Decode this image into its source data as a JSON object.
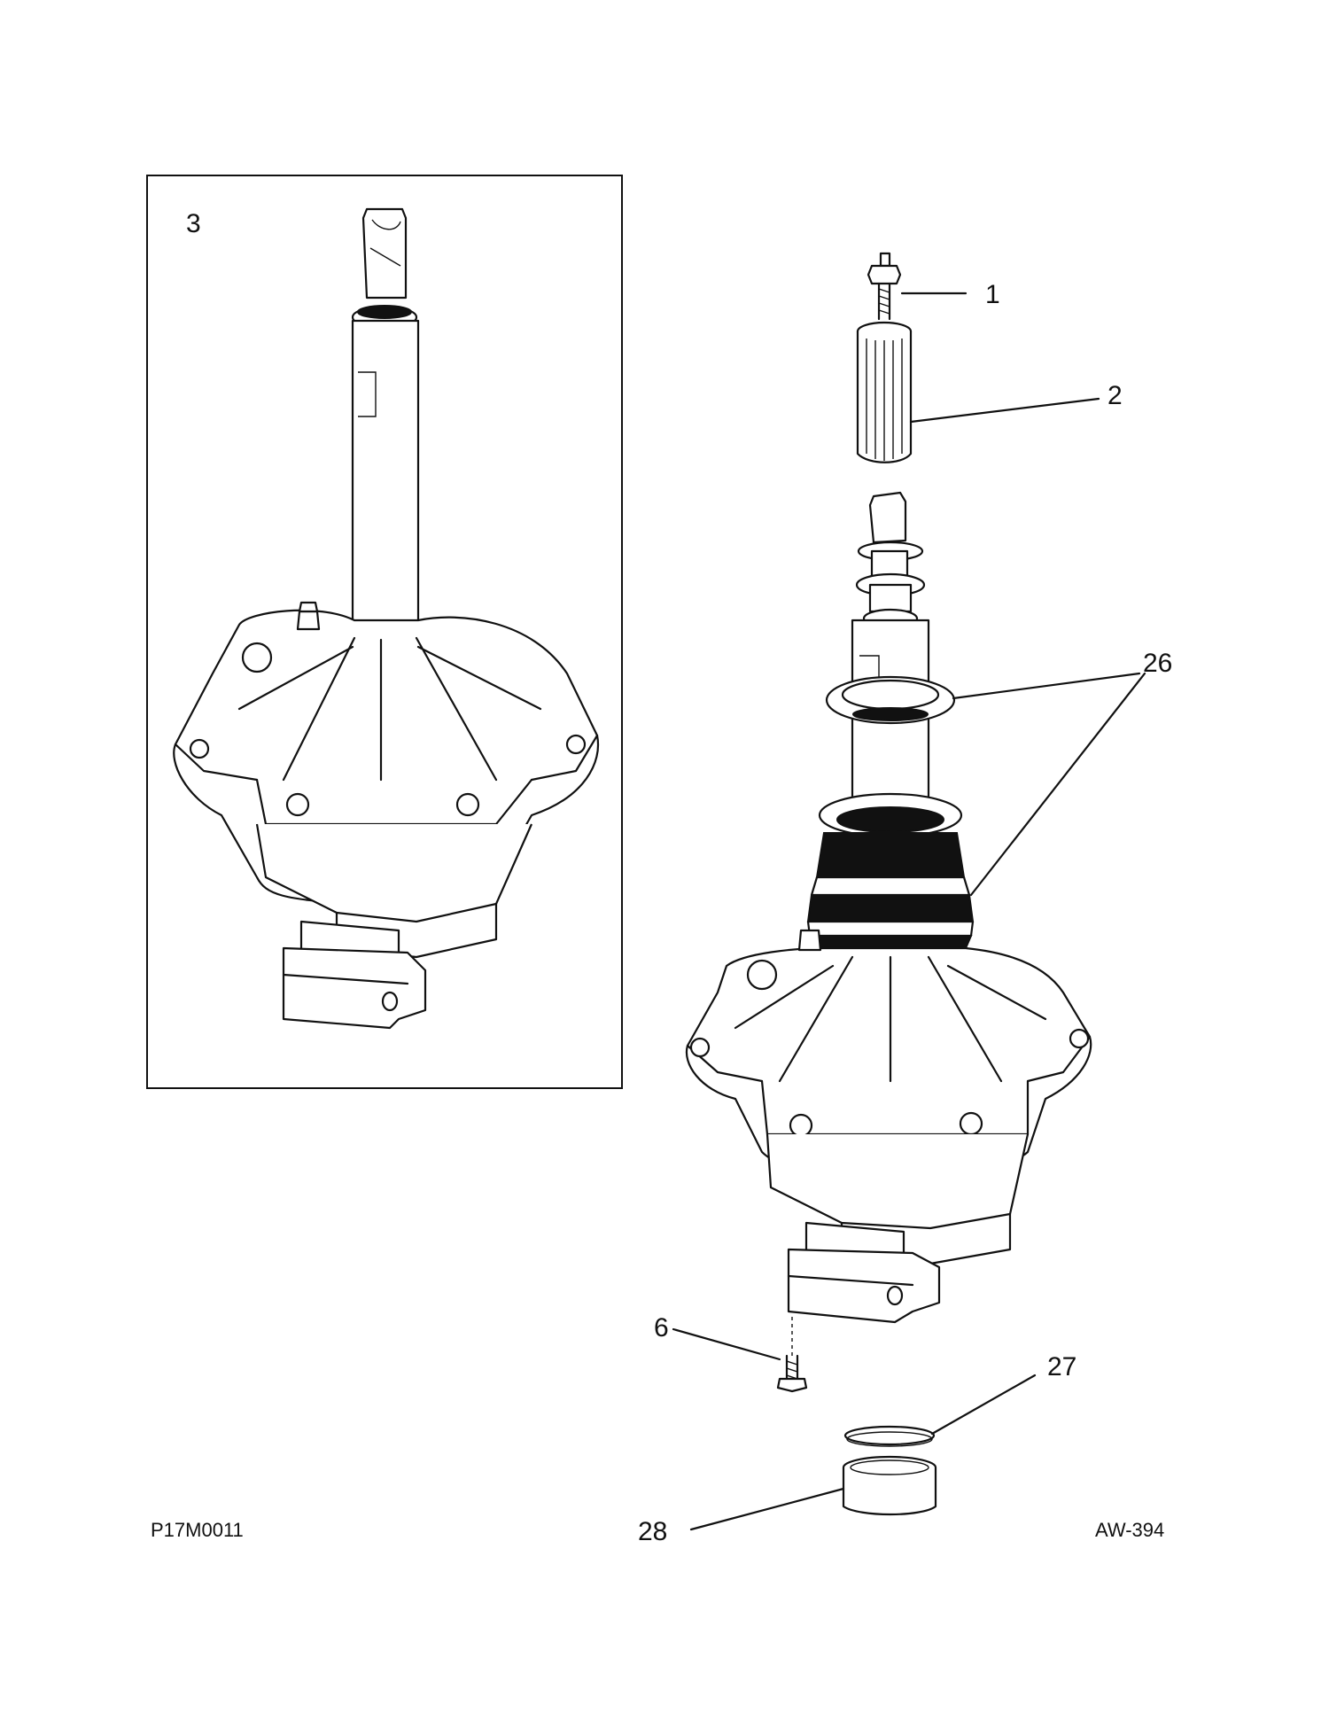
{
  "callouts": {
    "c3": "3",
    "c1": "1",
    "c2": "2",
    "c26": "26",
    "c6": "6",
    "c27": "27",
    "c28": "28"
  },
  "codes": {
    "left": "P17M0011",
    "right": "AW-394"
  }
}
